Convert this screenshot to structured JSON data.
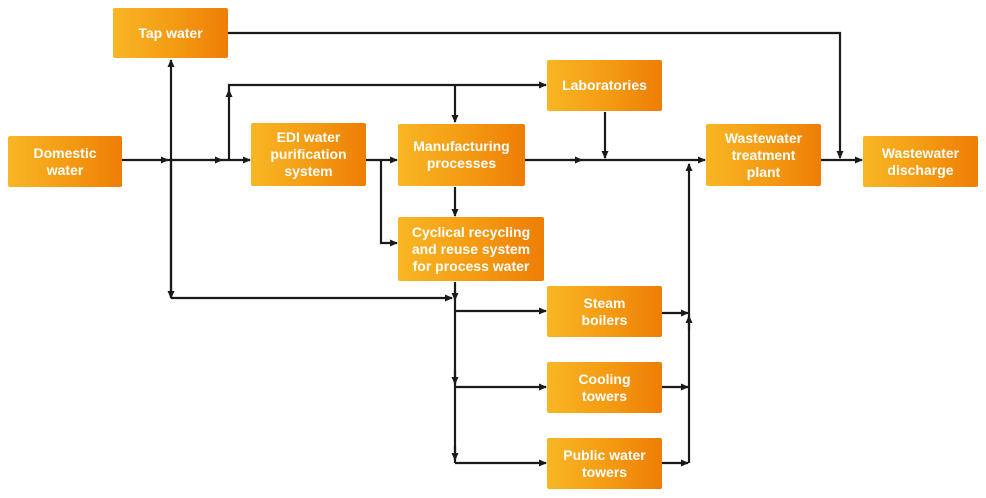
{
  "nodes": {
    "tap_water": "Tap water",
    "domestic_water": "Domestic\nwater",
    "edi": "EDI  water\npurification\nsystem",
    "manufacturing": "Manufacturing\nprocesses",
    "laboratories": "Laboratories",
    "cyclical": "Cyclical recycling\nand reuse system\nfor process water",
    "wwtp": "Wastewater\ntreatment\nplant",
    "discharge": "Wastewater\ndischarge",
    "steam": "Steam\nboilers",
    "cooling": "Cooling\ntowers",
    "public": "Public water\ntowers"
  },
  "colors": {
    "box_light": "#f8b624",
    "box_dark": "#ee7d06",
    "line": "#1a1a1a",
    "text": "#ffffff"
  }
}
